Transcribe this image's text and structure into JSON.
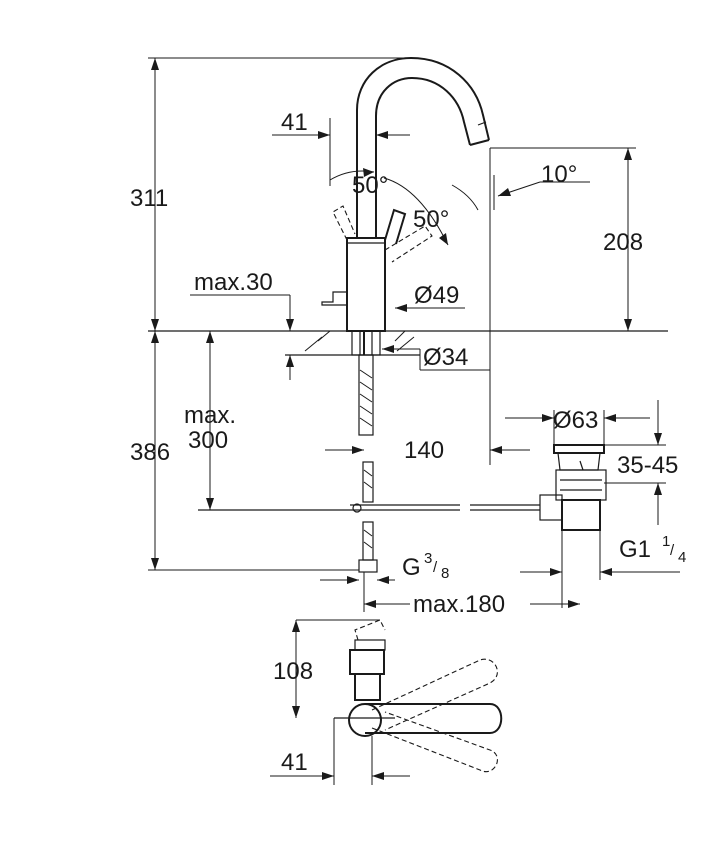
{
  "dimensions": {
    "overall_height": "311",
    "lever_offset_top": "41",
    "angle_a": "50°",
    "angle_b": "50°",
    "spout_angle": "10°",
    "spout_height": "208",
    "max_deck": "max.30",
    "body_diameter": "Ø49",
    "hole_diameter": "Ø34",
    "lower_height": "386",
    "max_hose_1": "max.",
    "max_hose_2": "300",
    "spout_reach": "140",
    "waste_diameter": "Ø63",
    "waste_range": "35-45",
    "supply_thread": "G",
    "supply_num": "3",
    "supply_den": "8",
    "waste_thread": "G1",
    "waste_num": "1",
    "waste_den": "4",
    "max_rod": "max.180",
    "lever_height": "108",
    "lever_offset_bottom": "41"
  }
}
